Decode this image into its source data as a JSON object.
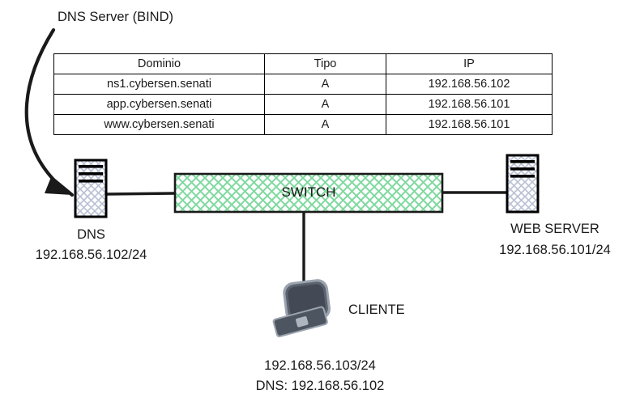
{
  "title": "DNS Server (BIND)",
  "table": {
    "headers": [
      "Dominio",
      "Tipo",
      "IP"
    ],
    "rows": [
      {
        "domain": "ns1.cybersen.senati",
        "type": "A",
        "ip": "192.168.56.102"
      },
      {
        "domain": "app.cybersen.senati",
        "type": "A",
        "ip": "192.168.56.101"
      },
      {
        "domain": "www.cybersen.senati",
        "type": "A",
        "ip": "192.168.56.101"
      }
    ]
  },
  "nodes": {
    "dns": {
      "name": "DNS",
      "ip": "192.168.56.102/24",
      "icon": "server-icon"
    },
    "switch": {
      "label": "SWITCH",
      "icon": "switch-icon"
    },
    "web": {
      "name": "WEB SERVER",
      "ip": "192.168.56.101/24",
      "icon": "server-icon"
    },
    "client": {
      "name": "CLIENTE",
      "ip": "192.168.56.103/24",
      "dns": "DNS: 192.168.56.102",
      "icon": "desktop-computer-icon"
    }
  },
  "colors": {
    "switch_fill": "#7fd99f",
    "switch_border": "#1a1a1a",
    "server_hatch": "#b9c0d4",
    "server_border": "#000000",
    "client_body": "#434a56",
    "client_outline": "#9aa3ae",
    "link": "#1a1a1a",
    "arrow": "#1a1a1a",
    "text": "#1a1a1a"
  }
}
